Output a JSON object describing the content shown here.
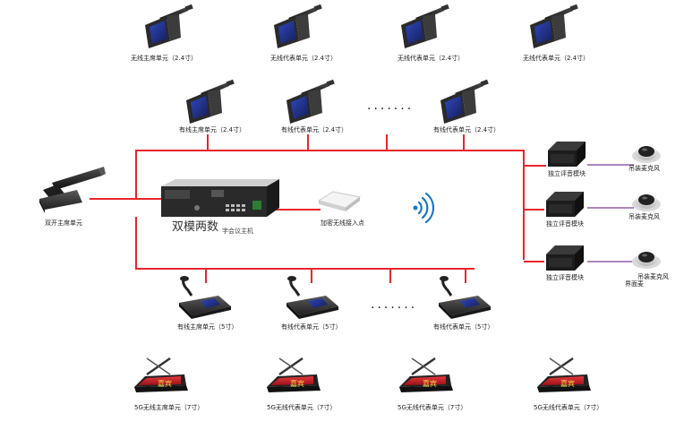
{
  "colors": {
    "wire": "#e8262b",
    "purple": "#7a3f9a",
    "ap": "#1a78c8",
    "screen": "#2b3aa0",
    "redscreen": "#c8202a"
  },
  "labels": {
    "wl_chair_top": "无线主席单元（2.4寸）",
    "wl_del_top_1": "无线代表单元（2.4寸）",
    "wl_del_top_2": "无线代表单元（2.4寸）",
    "wl_del_top_3": "无线代表单元（2.4寸）",
    "wd_chair_24": "有线主席单元（2.4寸）",
    "wd_del_24_1": "有线代表单元（2.4寸）",
    "wd_del_24_2": "有线代表单元（2.4寸）",
    "dual_chair": "双开主席单元",
    "host_main": "双模两数",
    "host_sub": "字会议主机",
    "ap": "加密无线接入点",
    "ind_1": "独立评音模块",
    "ind_2": "独立评音模块",
    "ind_3": "独立评音模块",
    "mic_1": "吊装麦克风",
    "mic_2": "吊装麦克风",
    "mic_3": "吊装麦克风",
    "mic_3_b": "界面麦",
    "wd_chair_5": "有线主席单元（5寸）",
    "wd_del_5_1": "有线代表单元（5寸）",
    "wd_del_5_2": "有线代表单元（5寸）",
    "g5_chair": "5G无线主席单元（7寸）",
    "g5_del_1": "5G无线代表单元（7寸）",
    "g5_del_2": "5G无线代表单元（7寸）",
    "g5_del_3": "5G无线代表单元（7寸）",
    "screen_text_1": "嘉宾",
    "screen_text_2": "嘉宾",
    "screen_text_3": "嘉宾",
    "screen_text_4": "嘉宾",
    "dots_top": "·······",
    "dots_bottom": "·······"
  }
}
